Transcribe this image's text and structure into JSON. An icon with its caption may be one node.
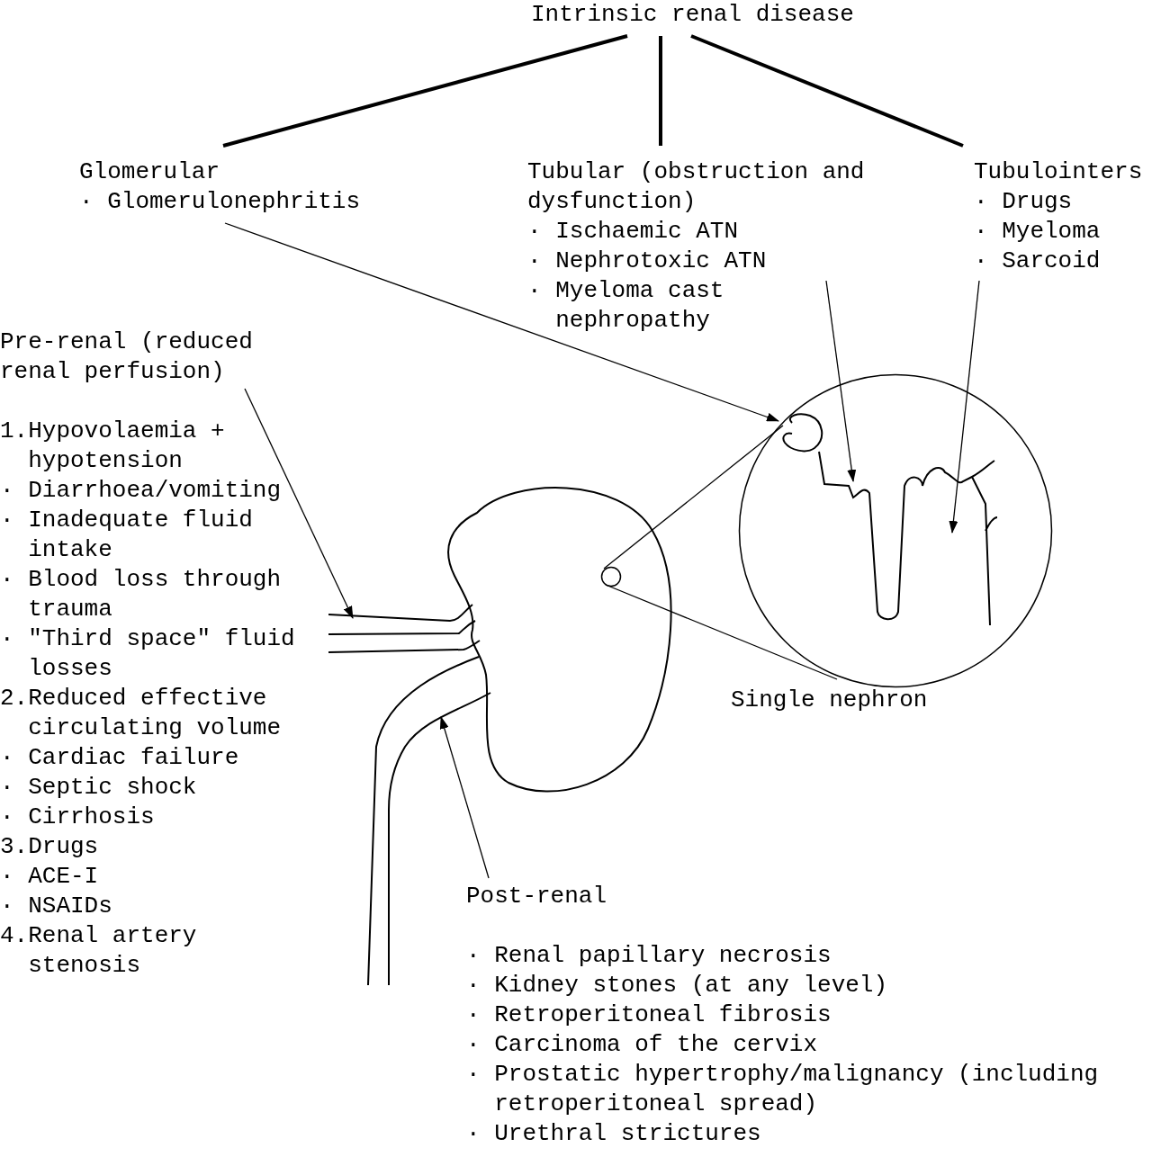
{
  "diagram": {
    "nodes": [
      {
        "text": [
          "Intrinsic renal disease"
        ]
      },
      {
        "text": [
          "Glomerular",
          "· Glomerulonephritis"
        ]
      },
      {
        "text": [
          "Tubular (obstruction and dysfunction)",
          "· Ischaemic ATN",
          "· Nephrotoxic ATN",
          "· Myeloma cast nephropathy"
        ]
      },
      {
        "text": [
          "Tubulointers",
          "· Drugs",
          "· Myeloma",
          "· Sarcoid"
        ]
      },
      {
        "text": [
          "Pre-renal (reduced renal perfusion)",
          "1.Hypovolaemia + hypotension",
          "· Diarrhoea/vomiting",
          "· Inadequate fluid intake",
          "· Blood loss through trauma",
          "· \"Third space\" fluid losses",
          "2.Reduced effective circulating volume",
          "· Cardiac failure",
          "· Septic shock",
          "· Cirrhosis",
          "3.Drugs",
          "· ACE-I",
          "· NSAIDs",
          "4.Renal artery stenosis"
        ]
      },
      {
        "text": [
          "Post-renal",
          "· Renal papillary necrosis",
          "· Kidney stones (at any level)",
          "· Retroperitoneal fibrosis",
          "· Carcinoma of the cervix",
          "· Prostatic hypertrophy/malignancy (including retroperitoneal spread)",
          "· Urethral strictures"
        ]
      },
      {
        "text": [],
        "shape": "circle",
        "beside": [
          "Single nephron"
        ]
      },
      {
        "text": [],
        "shape": "picture"
      },
      {
        "text": [],
        "shape": "circle",
        "in": 7
      },
      {
        "text": [],
        "shape": "picture"
      },
      {
        "text": [],
        "shape": "picture"
      },
      {
        "text": [],
        "shape": "picture",
        "in": 6
      },
      {
        "text": [],
        "shape": "picture",
        "in": 6
      }
    ],
    "edges": [
      {
        "from": 0,
        "to": 1,
        "arrow": "none",
        "style": "thick"
      },
      {
        "from": 0,
        "to": 2,
        "arrow": "none",
        "style": "thick"
      },
      {
        "from": 0,
        "to": 3,
        "arrow": "none",
        "style": "thick"
      },
      {
        "from": 1,
        "to": 11,
        "arrow": "to"
      },
      {
        "from": 2,
        "to": 12,
        "arrow": "to"
      },
      {
        "from": 3,
        "to": 12,
        "arrow": "to"
      },
      {
        "from": 4,
        "to": 9,
        "arrow": "to"
      },
      {
        "from": 5,
        "to": 10,
        "arrow": "to"
      },
      {
        "from": 8,
        "to": 6,
        "arrow": "none"
      },
      {
        "from": 8,
        "to": 6,
        "arrow": "none"
      }
    ]
  }
}
